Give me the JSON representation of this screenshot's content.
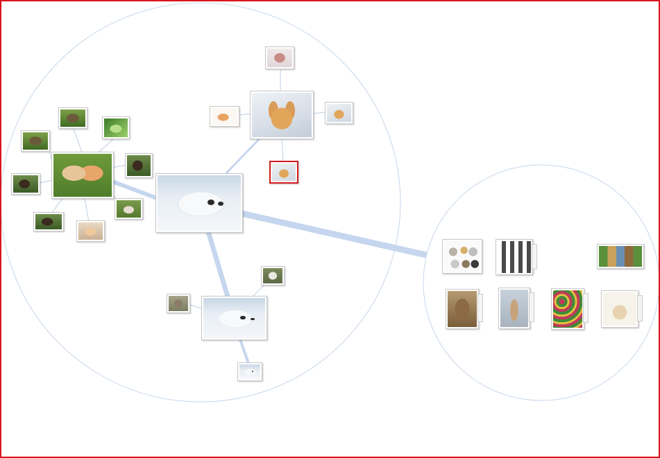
{
  "canvas": {
    "border_color": "#d9141b",
    "cluster_ring_color": "#c6d6ea",
    "link_color": "#c5d6ee",
    "selected_border_color": "#d21c1c"
  },
  "clusters": [
    {
      "id": "main-cluster"
    },
    {
      "id": "related-products-cluster"
    }
  ],
  "nodes": [
    {
      "id": "seal-center",
      "icon": "harp-seal-photo",
      "selected": false
    },
    {
      "id": "kittens-hub",
      "icon": "kittens-and-bunnies-photo",
      "selected": false
    },
    {
      "id": "bunny-hub",
      "icon": "lop-bunny-photo",
      "selected": false
    },
    {
      "id": "seal-hub",
      "icon": "harp-seal-photo",
      "selected": false
    },
    {
      "id": "hedgehog",
      "icon": "hedgehog-photo",
      "selected": false
    },
    {
      "id": "green-frog",
      "icon": "green-animal-photo",
      "selected": false
    },
    {
      "id": "dog-grass",
      "icon": "dog-in-grass-photo",
      "selected": false
    },
    {
      "id": "kiwi-bird",
      "icon": "kiwi-bird-photo",
      "selected": false
    },
    {
      "id": "bear-cub",
      "icon": "bear-cub-photo",
      "selected": false
    },
    {
      "id": "piglet",
      "icon": "piglet-photo",
      "selected": false
    },
    {
      "id": "fox-kit",
      "icon": "fox-kit-photo",
      "selected": false
    },
    {
      "id": "kitten",
      "icon": "kitten-photo",
      "selected": false
    },
    {
      "id": "monkey",
      "icon": "monkey-plush-photo",
      "selected": false
    },
    {
      "id": "puppy",
      "icon": "puppy-photo",
      "selected": false
    },
    {
      "id": "bunny-small",
      "icon": "bunny-photo",
      "selected": false
    },
    {
      "id": "bunny-selected",
      "icon": "bunny-photo",
      "selected": true
    },
    {
      "id": "polar-bear",
      "icon": "polar-bear-photo",
      "selected": false
    },
    {
      "id": "seal-small",
      "icon": "seal-pup-photo",
      "selected": false
    },
    {
      "id": "animal-statue",
      "icon": "animal-photo",
      "selected": false
    },
    {
      "id": "toy-figures",
      "icon": "animal-figurines-product",
      "selected": false
    },
    {
      "id": "silhouettes",
      "icon": "animal-silhouettes-product",
      "selected": false
    },
    {
      "id": "zoo-banner",
      "icon": "zoo-illustration-product",
      "selected": false
    },
    {
      "id": "carving",
      "icon": "wood-carving-product",
      "selected": false
    },
    {
      "id": "meerkat",
      "icon": "meerkat-product",
      "selected": false
    },
    {
      "id": "floral-pattern",
      "icon": "floral-pattern-product",
      "selected": false
    },
    {
      "id": "tote-bag",
      "icon": "tote-bag-product",
      "selected": false
    }
  ]
}
